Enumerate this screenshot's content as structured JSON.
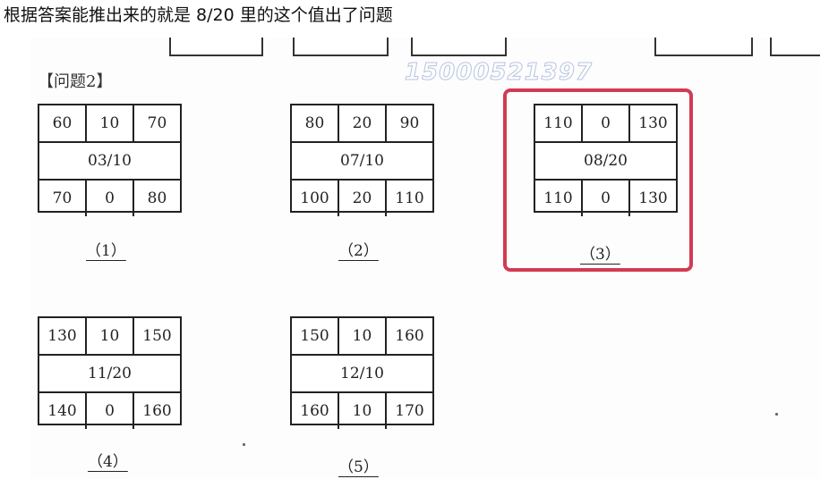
{
  "question_text": "根据答案能推出来的就是 8/20 里的这个值出了问题",
  "problem_heading": "【问题2】",
  "watermark": "15000521397",
  "grids": [
    {
      "label": "（1）",
      "top": [
        "60",
        "10",
        "70"
      ],
      "center": "03/10",
      "bottom": [
        "70",
        "0",
        "80"
      ]
    },
    {
      "label": "（2）",
      "top": [
        "80",
        "20",
        "90"
      ],
      "center": "07/10",
      "bottom": [
        "100",
        "20",
        "110"
      ]
    },
    {
      "label": "（3）",
      "top": [
        "110",
        "0",
        "130"
      ],
      "center": "08/20",
      "bottom": [
        "110",
        "0",
        "130"
      ],
      "highlighted": true
    },
    {
      "label": "（4）",
      "top": [
        "130",
        "10",
        "150"
      ],
      "center": "11/20",
      "bottom": [
        "140",
        "0",
        "160"
      ]
    },
    {
      "label": "（5）",
      "top": [
        "150",
        "10",
        "160"
      ],
      "center": "12/10",
      "bottom": [
        "160",
        "10",
        "170"
      ]
    }
  ],
  "colors": {
    "highlight": "#d33a53",
    "watermark": "#b6c4e2"
  }
}
